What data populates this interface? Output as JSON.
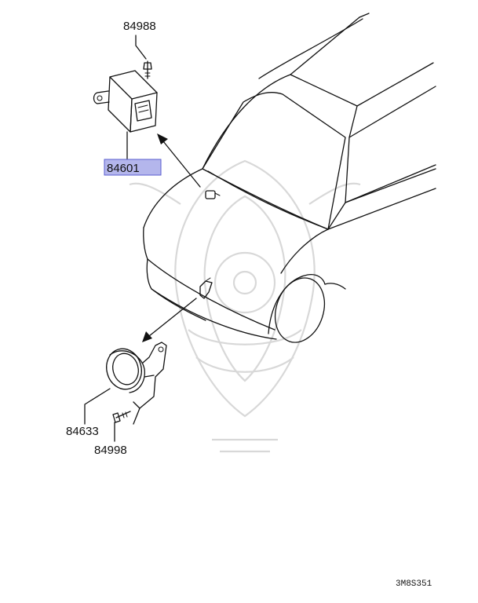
{
  "parts": [
    {
      "number": "84988",
      "highlighted": false
    },
    {
      "number": "84601",
      "highlighted": true
    },
    {
      "number": "84633",
      "highlighted": false
    },
    {
      "number": "84998",
      "highlighted": false
    }
  ],
  "diagram_code": "3M8S351",
  "colors": {
    "highlight_fill": "#b4b6ec",
    "highlight_border": "#5a5ed0",
    "line": "#111111",
    "watermark": "#d8d8d8"
  }
}
